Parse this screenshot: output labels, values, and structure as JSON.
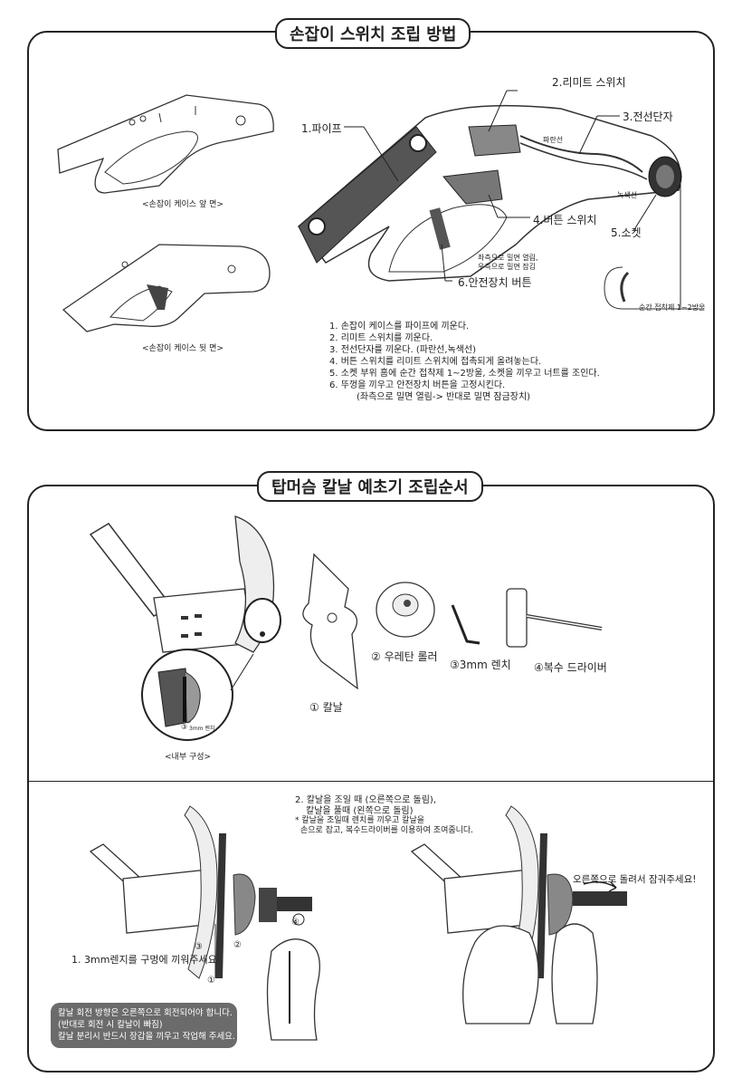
{
  "section1": {
    "title": "손잡이 스위치 조립 방법",
    "front_caption": "<손잡이 케이스 앞 면>",
    "back_caption": "<손잡이 케이스 뒷 면>",
    "labels": {
      "pipe": "1.파이프",
      "limit_switch": "2.리미트 스위치",
      "wire_terminal": "3.전선단자",
      "button_switch": "4.버튼 스위치",
      "socket": "5.소켓",
      "safety_button": "6.안전장치 버튼",
      "blue_wire": "파란선",
      "green_wire": "녹색선",
      "safety_note_1": "좌측으로 밀면 열림,",
      "safety_note_2": "우측으로 밀면 잠김",
      "glue_note": "순간 접착제 1~2방울"
    },
    "steps": [
      "1. 손잡이 케이스를 파이프에 끼운다.",
      "2. 리미트 스위치를 끼운다.",
      "3. 전선단자를 끼운다. (파란선,녹색선)",
      "4. 버튼 스위치를 리미트 스위치에 접촉되게 올려놓는다.",
      "5. 소켓 부위 홈에 순간 접착제 1~2방울, 소켓을 끼우고 너트를 조인다.",
      "6. 뚜껑을 끼우고 안전장치 버튼을 고정시킨다.",
      "(좌측으로 밀면 열림-> 반대로 밀면 잠금장치)"
    ]
  },
  "section2": {
    "title": "탑머슴 칼날 예초기 조립순서",
    "parts": {
      "blade": "① 칼날",
      "roller": "② 우레탄 롤러",
      "wrench": "③3mm 렌치",
      "driver": "④복수 드라이버"
    },
    "inner_caption": "<내부 구성>",
    "inner_wrench_label": "3mm 렌치",
    "inner_wrench_num": "③",
    "instr2_line1": "2. 칼날을 조일 때 (오른쪽으로 돌림),",
    "instr2_line2": "칼날을 풀때 (왼쪽으로 돌림)",
    "instr2_line3": "* 칼날을 조일때 렌치를 끼우고 칼날을",
    "instr2_line4": "손으로 잡고, 복수드라이버를 이용하여 조여줍니다.",
    "instr1": "1. 3mm렌지를 구멍에 끼워주세요",
    "rotate_note": "오른쪽으로 돌려서 잠궈주세요!",
    "num1": "①",
    "num2": "②",
    "num3": "③",
    "num4": "④",
    "warning": [
      "칼날 회전 방향은 오른쪽으로 회전되어야 합니다.",
      "(반대로 회전 시 칼날이 빠짐)",
      "칼날 분리시 반드시 장갑을 끼우고 작업해 주세요."
    ]
  }
}
